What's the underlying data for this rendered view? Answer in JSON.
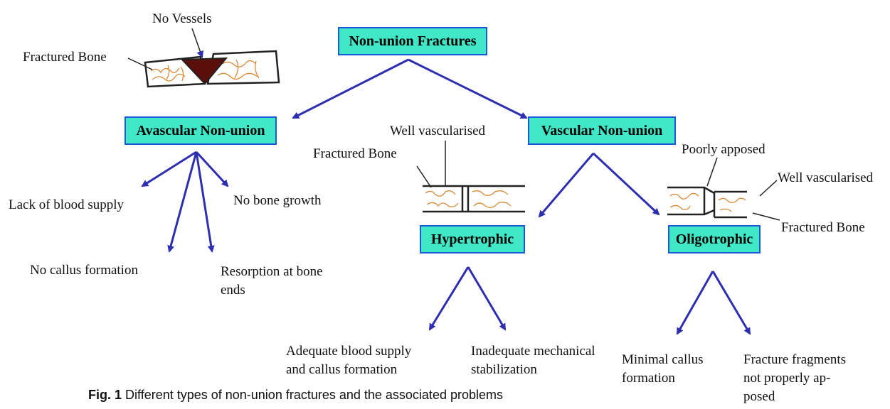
{
  "nodes": {
    "root": "Non-union Fractures",
    "avascular": "Avascular Non-union",
    "vascular": "Vascular Non-union",
    "hypertrophic": "Hypertrophic",
    "oligotrophic": "Oligotrophic"
  },
  "avascular_effects": {
    "lack_blood": "Lack of blood supply",
    "no_bone_growth": "No bone growth",
    "no_callus": "No callus formation",
    "resorption_line1": "Resorption at bone",
    "resorption_line2": "ends"
  },
  "hypertrophic_effects": {
    "adequate_line1": "Adequate blood supply",
    "adequate_line2": "and callus formation",
    "inadequate_line1": "Inadequate mechanical",
    "inadequate_line2": "stabilization"
  },
  "oligotrophic_effects": {
    "minimal_line1": "Minimal callus",
    "minimal_line2": "formation",
    "fragments_line1": "Fracture fragments",
    "fragments_line2": "not properly ap-",
    "fragments_line3": "posed"
  },
  "illustration_labels": {
    "no_vessels": "No Vessels",
    "fractured_bone_1": "Fractured Bone",
    "well_vascularised_1": "Well vascularised",
    "fractured_bone_2": "Fractured Bone",
    "poorly_apposed": "Poorly apposed",
    "well_vascularised_2": "Well vascularised",
    "fractured_bone_3": "Fractured Bone"
  },
  "caption": {
    "prefix": "Fig. 1",
    "text": " Different types of non-union fractures and the associated problems"
  },
  "colors": {
    "box_fill": "#41e8c8",
    "box_border": "#1a5ad8",
    "arrow": "#2d2fb0",
    "vessel": "#d98a3a",
    "bone_wedge": "#5a0f0a"
  }
}
